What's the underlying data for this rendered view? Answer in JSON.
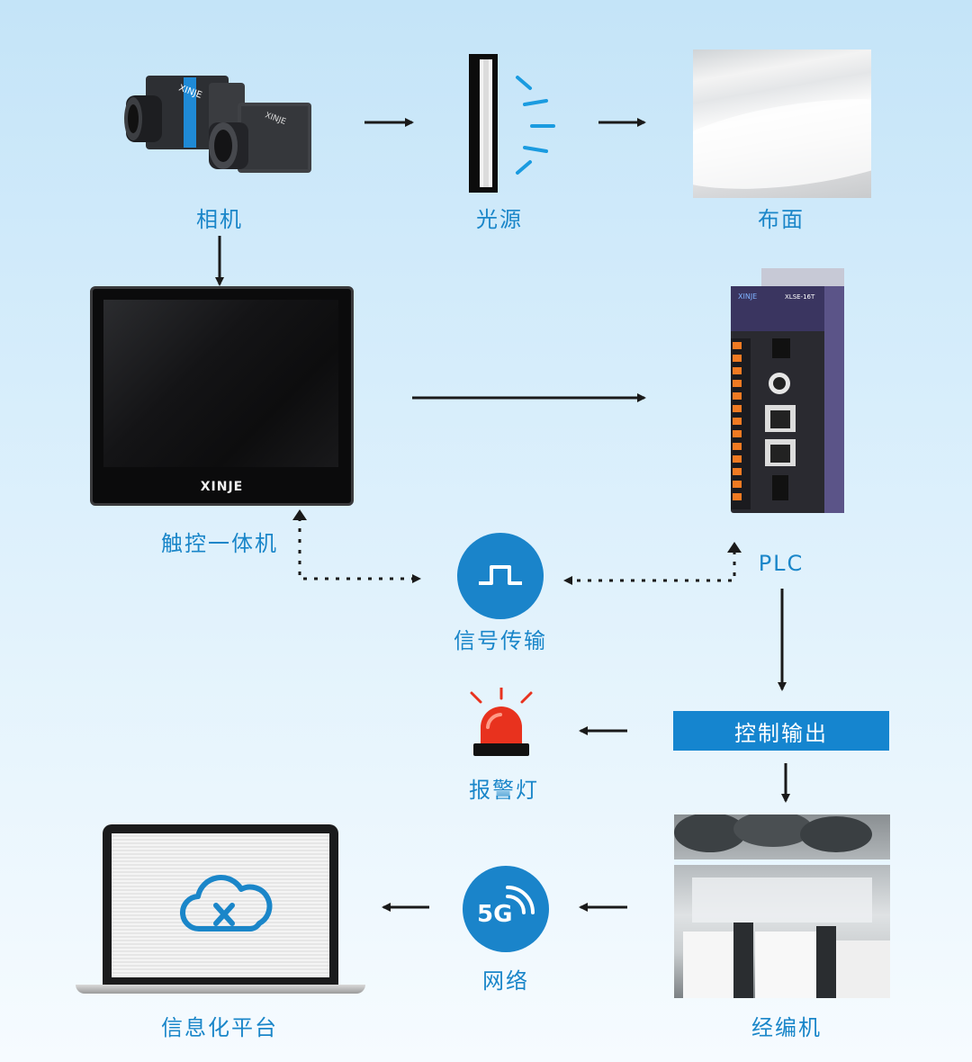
{
  "nodes": {
    "camera": {
      "label": "相机"
    },
    "light_source": {
      "label": "光源"
    },
    "fabric_surface": {
      "label": "布面"
    },
    "touch_panel": {
      "label": "触控一体机",
      "brand": "XINJE"
    },
    "plc": {
      "label": "PLC",
      "model": "XLSE-16T",
      "brand": "XINJE"
    },
    "signal_transmission": {
      "label": "信号传输"
    },
    "control_output": {
      "label": "控制输出"
    },
    "alarm_light": {
      "label": "报警灯"
    },
    "warp_knitting_machine": {
      "label": "经编机"
    },
    "network": {
      "label": "网络",
      "badge": "5G"
    },
    "information_platform": {
      "label": "信息化平台"
    },
    "camera_brand": "XINJE"
  },
  "colors": {
    "accent_blue": "#1a86c9",
    "box_blue": "#1585cf",
    "arrow": "#1a1a1a",
    "alarm_red": "#e8321e"
  }
}
